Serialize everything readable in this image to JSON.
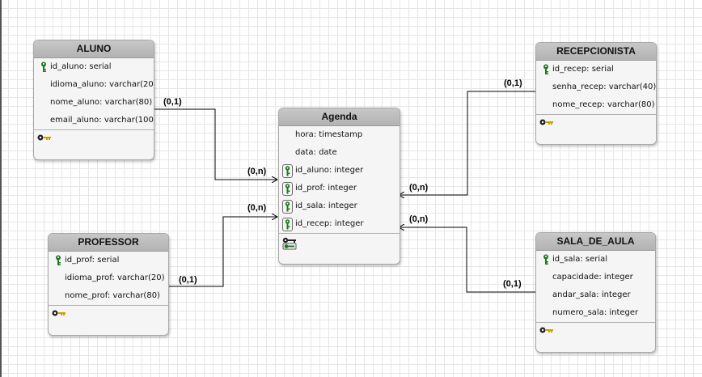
{
  "entities": {
    "aluno": {
      "name": "ALUNO",
      "attributes": [
        "id_aluno: serial",
        "idioma_aluno: varchar(20",
        "nome_aluno: varchar(80)",
        "email_aluno: varchar(100"
      ]
    },
    "recepcionista": {
      "name": "RECEPCIONISTA",
      "attributes": [
        "id_recep: serial",
        "senha_recep: varchar(40)",
        "nome_recep: varchar(80)"
      ]
    },
    "agenda": {
      "name": "Agenda",
      "attributes": [
        "hora: timestamp",
        "data: date",
        "id_aluno: integer",
        "id_prof: integer",
        "id_sala: integer",
        "id_recep: integer"
      ]
    },
    "professor": {
      "name": "PROFESSOR",
      "attributes": [
        "id_prof: serial",
        "idioma_prof: varchar(20)",
        "nome_prof: varchar(80)"
      ]
    },
    "sala_de_aula": {
      "name": "SALA_DE_AULA",
      "attributes": [
        "id_sala: serial",
        "capacidade: integer",
        "andar_sala: integer",
        "numero_sala: integer"
      ]
    }
  },
  "relationships": [
    {
      "from": "ALUNO",
      "to": "Agenda",
      "source_cardinality": "(0,1)",
      "target_cardinality": "(0,n)"
    },
    {
      "from": "PROFESSOR",
      "to": "Agenda",
      "source_cardinality": "(0,1)",
      "target_cardinality": "(0,n)"
    },
    {
      "from": "RECEPCIONISTA",
      "to": "Agenda",
      "source_cardinality": "(0,1)",
      "target_cardinality": "(0,n)"
    },
    {
      "from": "SALA_DE_AULA",
      "to": "Agenda",
      "source_cardinality": "(0,1)",
      "target_cardinality": "(0,n)"
    }
  ],
  "icons": {
    "primary_key": "green-key-icon",
    "foreign_key": "foreign-key-icon",
    "footer": "keys-icon"
  },
  "colors": {
    "key_green": "#1f7a1f",
    "header": "#bdbdbd",
    "line": "#000000"
  }
}
